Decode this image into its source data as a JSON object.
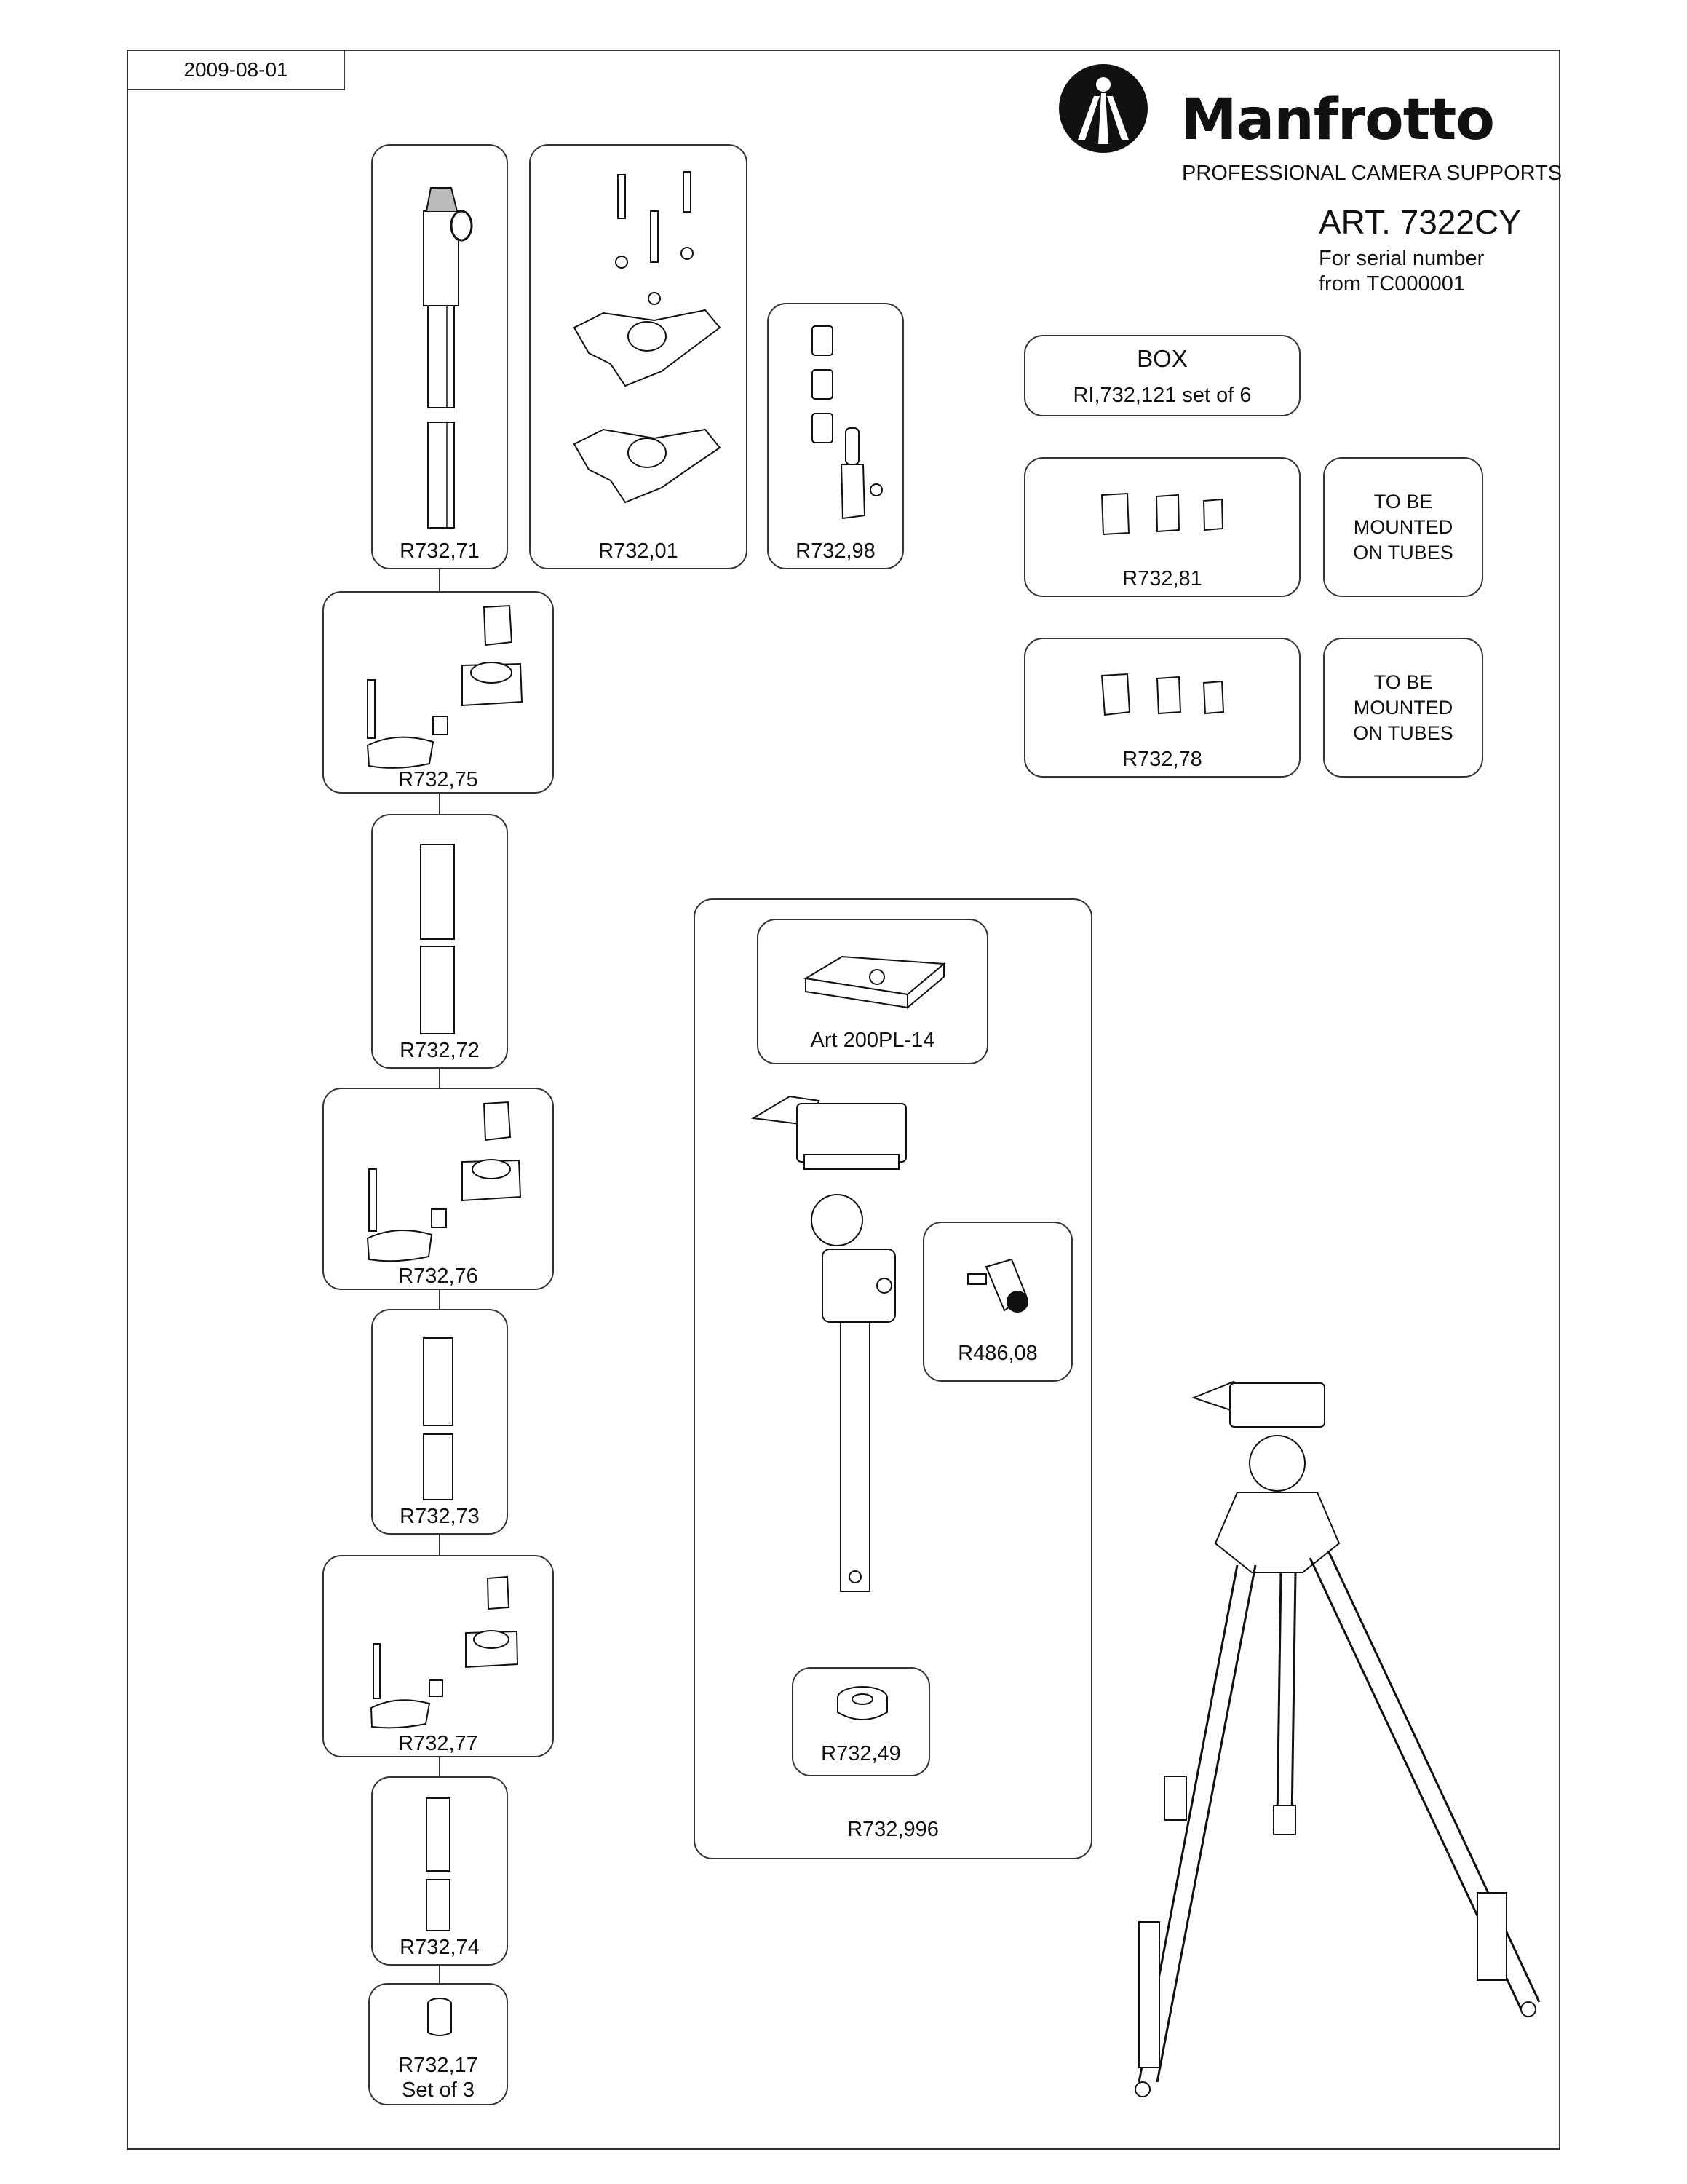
{
  "document": {
    "date": "2009-08-01"
  },
  "brand": {
    "name": "Manfrotto",
    "tagline": "PROFESSIONAL CAMERA SUPPORTS"
  },
  "article": {
    "code": "ART. 7322CY",
    "serial_line1": "For serial number",
    "serial_line2": "from TC000001"
  },
  "parts": {
    "r732_71": "R732,71",
    "r732_01": "R732,01",
    "r732_98": "R732,98",
    "box_title": "BOX",
    "box_code": "RI,732,121 set of 6",
    "r732_81": "R732,81",
    "r732_78": "R732,78",
    "r732_75": "R732,75",
    "r732_72": "R732,72",
    "r732_76": "R732,76",
    "r732_73": "R732,73",
    "r732_77": "R732,77",
    "r732_74": "R732,74",
    "r732_17_line1": "R732,17",
    "r732_17_line2": "Set of 3",
    "art_200pl_14": "Art 200PL-14",
    "r486_08": "R486,08",
    "r732_49": "R732,49",
    "r732_996": "R732,996"
  },
  "notes": {
    "mounted_81": [
      "TO BE",
      "MOUNTED",
      "ON TUBES"
    ],
    "mounted_78": [
      "TO BE",
      "MOUNTED",
      "ON TUBES"
    ]
  }
}
